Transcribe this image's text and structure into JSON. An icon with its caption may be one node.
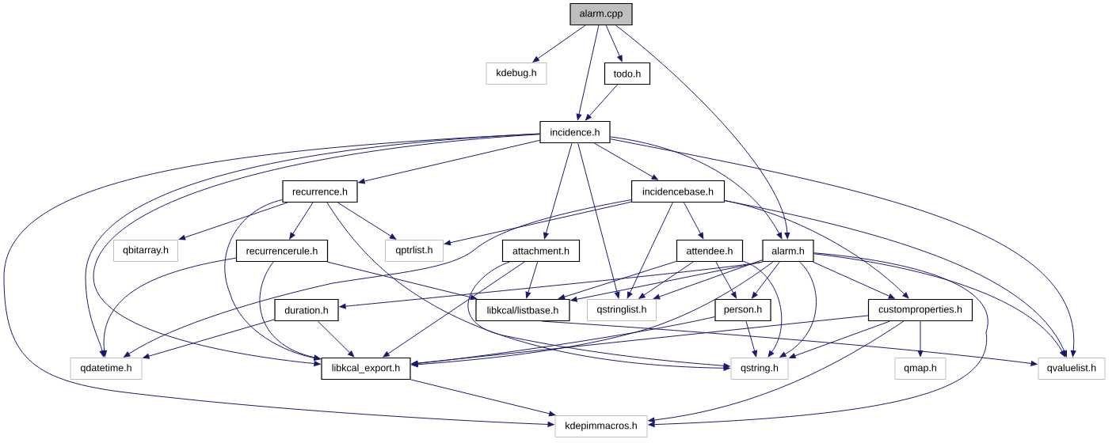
{
  "diagram": {
    "nodes": [
      {
        "text": [
          "alarm.cpp"
        ]
      },
      {
        "text": [
          "kdebug.h"
        ]
      },
      {
        "text": [
          "todo.h"
        ]
      },
      {
        "text": [
          "incidence.h"
        ]
      },
      {
        "text": [
          "recurrence.h"
        ]
      },
      {
        "text": [
          "incidencebase.h"
        ]
      },
      {
        "text": [
          "qbitarray.h"
        ]
      },
      {
        "text": [
          "recurrencerule.h"
        ]
      },
      {
        "text": [
          "qptrlist.h"
        ]
      },
      {
        "text": [
          "attachment.h"
        ]
      },
      {
        "text": [
          "attendee.h"
        ]
      },
      {
        "text": [
          "alarm.h"
        ]
      },
      {
        "text": [
          "duration.h"
        ]
      },
      {
        "text": [
          "libkcal/listbase.h"
        ]
      },
      {
        "text": [
          "qstringlist.h"
        ]
      },
      {
        "text": [
          "person.h"
        ]
      },
      {
        "text": [
          "customproperties.h"
        ]
      },
      {
        "text": [
          "qdatetime.h"
        ]
      },
      {
        "text": [
          "libkcal_export.h"
        ]
      },
      {
        "text": [
          "qstring.h"
        ]
      },
      {
        "text": [
          "qmap.h"
        ]
      },
      {
        "text": [
          "qvaluelist.h"
        ]
      },
      {
        "text": [
          "kdepimmacros.h"
        ]
      }
    ],
    "edges": [
      {
        "from": 0,
        "to": 1,
        "arrow": "to"
      },
      {
        "from": 0,
        "to": 3,
        "arrow": "to"
      },
      {
        "from": 0,
        "to": 2,
        "arrow": "to"
      },
      {
        "from": 0,
        "to": 11,
        "arrow": "to"
      },
      {
        "from": 2,
        "to": 3,
        "arrow": "to"
      },
      {
        "from": 3,
        "to": 4,
        "arrow": "to"
      },
      {
        "from": 3,
        "to": 5,
        "arrow": "to"
      },
      {
        "from": 3,
        "to": 9,
        "arrow": "to"
      },
      {
        "from": 3,
        "to": 14,
        "arrow": "to"
      },
      {
        "from": 3,
        "to": 11,
        "arrow": "to"
      },
      {
        "from": 3,
        "to": 21,
        "arrow": "to"
      },
      {
        "from": 3,
        "to": 18,
        "arrow": "to"
      },
      {
        "from": 3,
        "to": 17,
        "arrow": "to"
      },
      {
        "from": 3,
        "to": 22,
        "arrow": "to"
      },
      {
        "from": 4,
        "to": 6,
        "arrow": "to"
      },
      {
        "from": 4,
        "to": 7,
        "arrow": "to"
      },
      {
        "from": 4,
        "to": 8,
        "arrow": "to"
      },
      {
        "from": 4,
        "to": 18,
        "arrow": "to"
      },
      {
        "from": 4,
        "to": 19,
        "arrow": "to"
      },
      {
        "from": 5,
        "to": 8,
        "arrow": "to"
      },
      {
        "from": 5,
        "to": 17,
        "arrow": "to"
      },
      {
        "from": 5,
        "to": 14,
        "arrow": "to"
      },
      {
        "from": 5,
        "to": 10,
        "arrow": "to"
      },
      {
        "from": 5,
        "to": 16,
        "arrow": "to"
      },
      {
        "from": 5,
        "to": 21,
        "arrow": "to"
      },
      {
        "from": 7,
        "to": 17,
        "arrow": "to"
      },
      {
        "from": 7,
        "to": 18,
        "arrow": "to"
      },
      {
        "from": 7,
        "to": 13,
        "arrow": "to"
      },
      {
        "from": 9,
        "to": 13,
        "arrow": "to"
      },
      {
        "from": 9,
        "to": 18,
        "arrow": "to"
      },
      {
        "from": 9,
        "to": 19,
        "arrow": "to"
      },
      {
        "from": 10,
        "to": 13,
        "arrow": "to"
      },
      {
        "from": 10,
        "to": 14,
        "arrow": "to"
      },
      {
        "from": 10,
        "to": 15,
        "arrow": "to"
      },
      {
        "from": 10,
        "to": 19,
        "arrow": "to"
      },
      {
        "from": 11,
        "to": 12,
        "arrow": "to"
      },
      {
        "from": 11,
        "to": 13,
        "arrow": "to"
      },
      {
        "from": 11,
        "to": 14,
        "arrow": "to"
      },
      {
        "from": 11,
        "to": 18,
        "arrow": "to"
      },
      {
        "from": 11,
        "to": 15,
        "arrow": "to"
      },
      {
        "from": 11,
        "to": 19,
        "arrow": "to"
      },
      {
        "from": 11,
        "to": 16,
        "arrow": "to"
      },
      {
        "from": 11,
        "to": 21,
        "arrow": "to"
      },
      {
        "from": 11,
        "to": 22,
        "arrow": "to"
      },
      {
        "from": 12,
        "to": 17,
        "arrow": "to"
      },
      {
        "from": 12,
        "to": 18,
        "arrow": "to"
      },
      {
        "from": 13,
        "to": 21,
        "arrow": "to"
      },
      {
        "from": 15,
        "to": 18,
        "arrow": "to"
      },
      {
        "from": 15,
        "to": 19,
        "arrow": "to"
      },
      {
        "from": 16,
        "to": 18,
        "arrow": "to"
      },
      {
        "from": 16,
        "to": 19,
        "arrow": "to"
      },
      {
        "from": 16,
        "to": 20,
        "arrow": "to"
      },
      {
        "from": 16,
        "to": 22,
        "arrow": "to"
      },
      {
        "from": 18,
        "to": 22,
        "arrow": "to"
      }
    ]
  }
}
